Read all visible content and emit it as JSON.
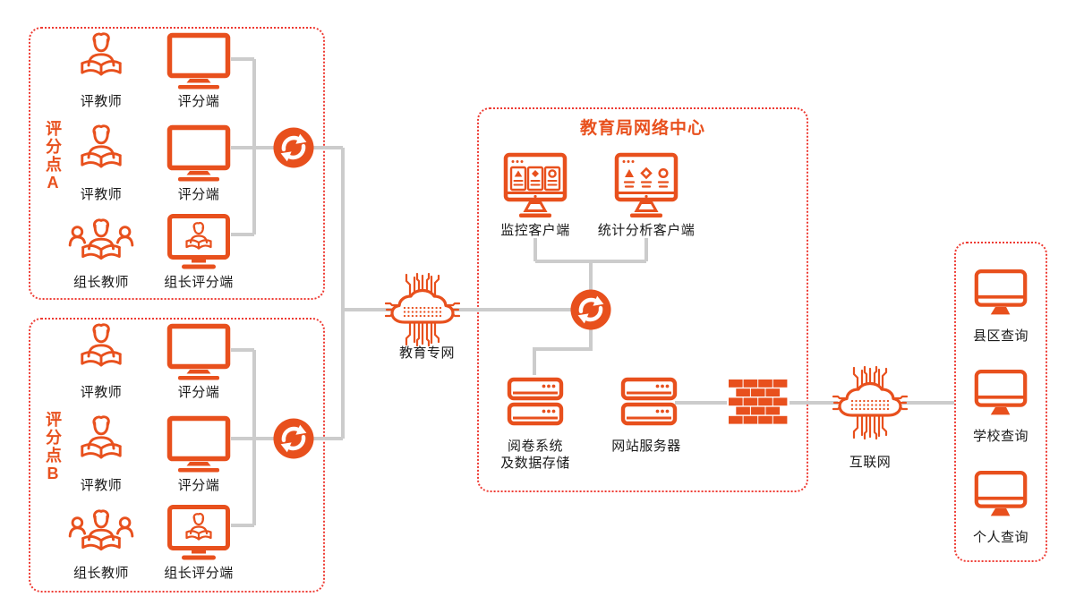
{
  "colors": {
    "accent": "#E8501D",
    "box_border": "#EE3B33",
    "connector": "#CCCCCC",
    "label_text": "#1A1A1A"
  },
  "scoring_point_a": {
    "label": "评分点A",
    "rows": [
      {
        "person": "评教师",
        "terminal": "评分端"
      },
      {
        "person": "评教师",
        "terminal": "评分端"
      },
      {
        "person": "组长教师",
        "terminal": "组长评分端"
      }
    ]
  },
  "scoring_point_b": {
    "label": "评分点B",
    "rows": [
      {
        "person": "评教师",
        "terminal": "评分端"
      },
      {
        "person": "评教师",
        "terminal": "评分端"
      },
      {
        "person": "组长教师",
        "terminal": "组长评分端"
      }
    ]
  },
  "education_network": {
    "label": "教育专网"
  },
  "network_center": {
    "title": "教育局网络中心",
    "monitoring_client": "监控客户端",
    "statistics_client": "统计分析客户端",
    "grading_system_line1": "阅卷系统",
    "grading_system_line2": "及数据存储",
    "web_server": "网站服务器"
  },
  "internet": {
    "label": "互联网"
  },
  "query_terminals": {
    "items": [
      "县区查询",
      "学校查询",
      "个人查询"
    ]
  },
  "icons": {
    "teacher": "person-with-open-book",
    "group_teacher": "group-of-people-with-open-book",
    "scoring_terminal": "desktop-monitor",
    "leader_terminal": "monitor-with-person",
    "sync": "circular-sync-arrows",
    "education_network": "cloud-circuit-chip",
    "monitoring_client": "monitor-with-dashboard-panels",
    "statistics_client": "monitor-with-chart-shapes",
    "grading_server": "stacked-server-rack",
    "web_server": "stacked-server-rack",
    "firewall": "brick-wall",
    "internet": "cloud-circuit-chip",
    "query_terminal": "desktop-monitor"
  }
}
